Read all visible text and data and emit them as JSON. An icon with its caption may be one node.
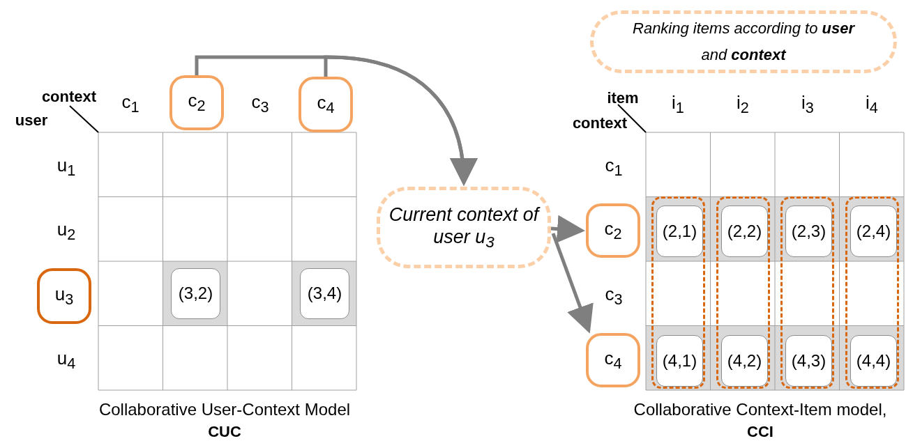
{
  "diagram": {
    "nodes": [
      {
        "text": [
          "c$_{2}$"
        ]
      },
      {
        "text": [
          "c$_{4}$"
        ]
      },
      {
        "text": [
          "u$_{3}$"
        ]
      },
      {
        "text": [
          "(3,2)"
        ]
      },
      {
        "text": [
          "(3,4)"
        ]
      },
      {
        "text": [
          "Ranking items according to **user** and **context**"
        ]
      },
      {
        "text": [
          "Current context of *user* u$_{3}$"
        ]
      },
      {
        "text": [
          "c$_{2}$"
        ]
      },
      {
        "text": [
          "c$_{4}$"
        ]
      },
      {
        "text": [],
        "shape": "box"
      },
      {
        "text": [
          "(2,1)"
        ],
        "in": 9
      },
      {
        "text": [
          "(4,1)"
        ],
        "in": 9
      },
      {
        "text": [],
        "shape": "box"
      },
      {
        "text": [
          "(2,2)"
        ],
        "in": 12
      },
      {
        "text": [
          "(4,2)"
        ],
        "in": 12
      },
      {
        "text": [],
        "shape": "box"
      },
      {
        "text": [
          "(2,3)"
        ],
        "in": 15
      },
      {
        "text": [
          "(4,3)"
        ],
        "in": 15
      },
      {
        "text": [],
        "shape": "box"
      },
      {
        "text": [
          "(2,4)"
        ],
        "in": 18
      },
      {
        "text": [
          "(4,4)"
        ],
        "in": 18
      }
    ],
    "edges": [
      {
        "from": 0,
        "to": 6,
        "arrow": "to"
      },
      {
        "from": 1,
        "to": 6,
        "arrow": "to"
      },
      {
        "from": 6,
        "to": 7,
        "arrow": "to"
      },
      {
        "from": 6,
        "to": 8,
        "arrow": "to"
      }
    ],
    "labels": [
      "context",
      "user",
      "c$_{1}$",
      "c$_{3}$",
      "u$_{1}$",
      "u$_{2}$",
      "u$_{4}$",
      "Collaborative User-Context Model",
      "CUC",
      "item",
      "context",
      "i$_{1}$",
      "i$_{2}$",
      "i$_{3}$",
      "i$_{4}$",
      "c$_{1}$",
      "c$_{3}$",
      "Collaborative Context-Item model,",
      "CCI"
    ]
  }
}
